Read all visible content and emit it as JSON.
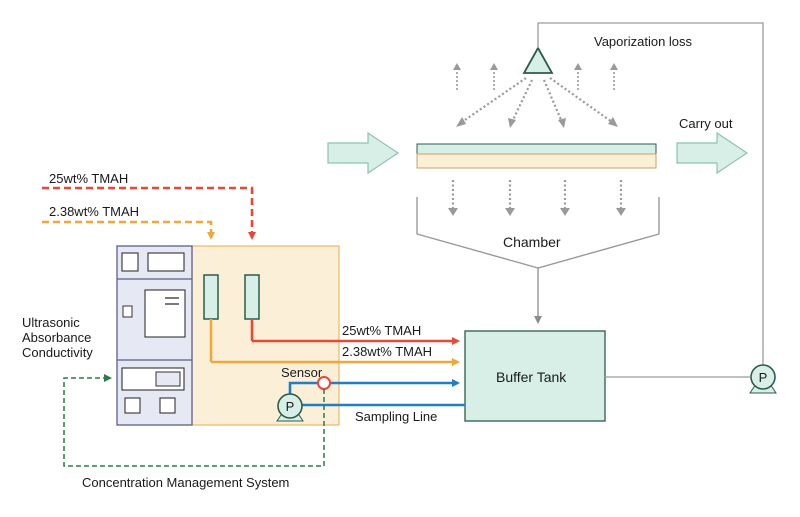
{
  "labels": {
    "vaporization_loss": "Vaporization loss",
    "carry_out": "Carry out",
    "chamber": "Chamber",
    "tmah_25_top": "25wt% TMAH",
    "tmah_238_top": "2.38wt% TMAH",
    "tmah_25_right": "25wt% TMAH",
    "tmah_238_right": "2.38wt% TMAH",
    "buffer_tank": "Buffer Tank",
    "sensor": "Sensor",
    "sampling_line": "Sampling Line",
    "ultrasonic": "Ultrasonic",
    "absorbance": "Absorbance",
    "conductivity": "Conductivity",
    "concentration_system": "Concentration Management System",
    "pump_left": "P",
    "pump_right": "P"
  },
  "colors": {
    "red_line": "#e8483a",
    "orange_line": "#f0a83c",
    "blue_line": "#1f7ec4",
    "green_dash": "#2e7a4a",
    "gray_line": "#8c8c8c",
    "arrow_fill": "#d7efe7",
    "arrow_stroke": "#8cc4b0",
    "tank_fill": "#d7efe7",
    "tank_stroke": "#2c5c4a",
    "panel_fill": "#fcefd8",
    "panel_stroke": "#e9b968",
    "device_fill": "#e6e8f3",
    "device_stroke": "#5a5f8c",
    "wafer_top": "#d7efe7",
    "wafer_bottom": "#fcefd8"
  }
}
